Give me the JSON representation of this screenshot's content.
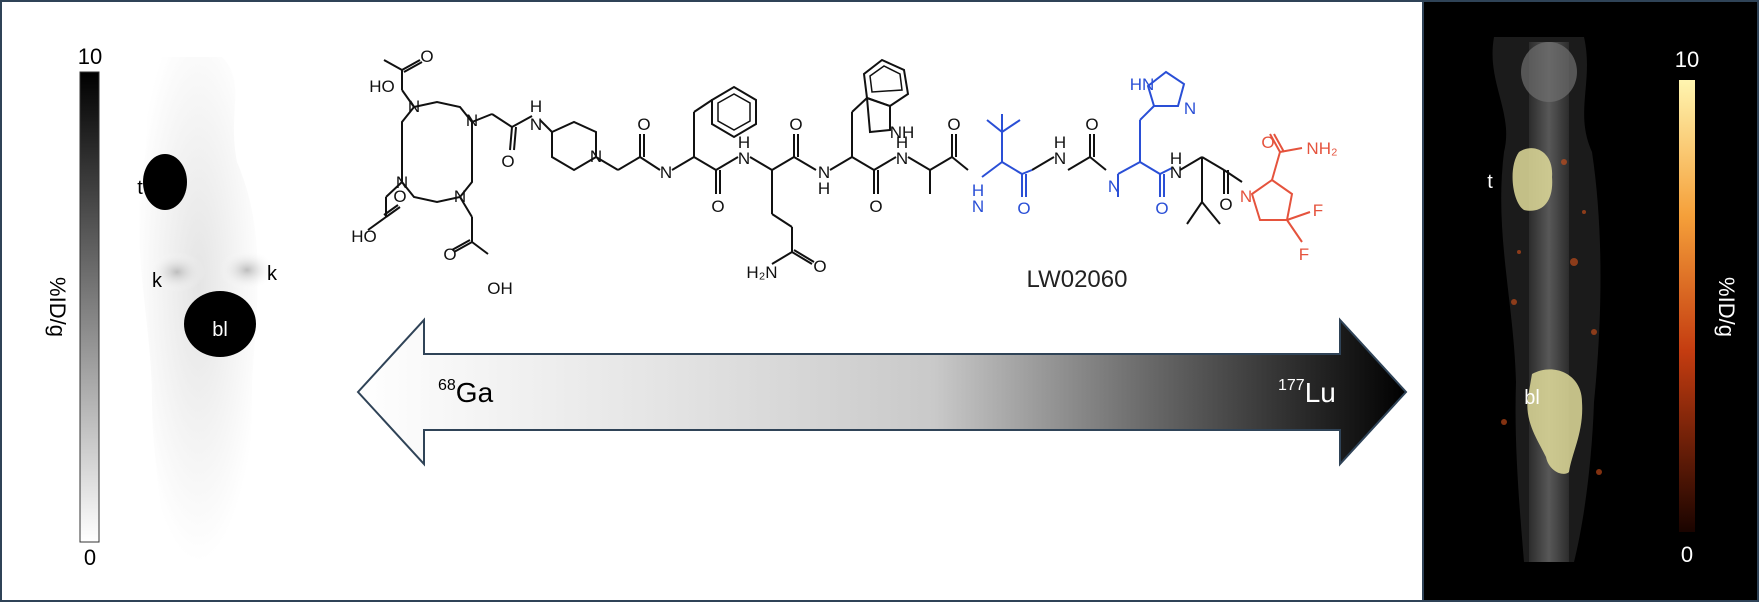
{
  "left_scan": {
    "scale_max": "10",
    "scale_min": "0",
    "scale_unit": "%ID/g",
    "labels": {
      "tumor": "t",
      "kidney_left": "k",
      "kidney_right": "k",
      "bladder": "bl"
    }
  },
  "structure": {
    "compound_name": "LW02060",
    "atoms": {
      "ho1": "HO",
      "o1": "O",
      "ho2": "HO",
      "o2": "O",
      "o3": "O",
      "oh3": "OH",
      "n": "N",
      "nh": "H",
      "o": "O",
      "nh2": "NH₂",
      "h2n": "H₂N",
      "indole_nh": "NH",
      "hn_imid": "HN",
      "f": "F"
    }
  },
  "arrow": {
    "left_label": "Ga",
    "left_mass": "68",
    "right_label": "Lu",
    "right_mass": "177"
  },
  "right_scan": {
    "scale_max": "10",
    "scale_min": "0",
    "scale_unit": "%ID/g",
    "labels": {
      "tumor": "t",
      "bladder": "bl"
    }
  },
  "colors": {
    "border": "#2f4357",
    "blue_residues": "#2a4fd6",
    "red_residue": "#e5533d",
    "hot_scale_top": "#fff5b0",
    "hot_scale_mid": "#e8541a"
  }
}
